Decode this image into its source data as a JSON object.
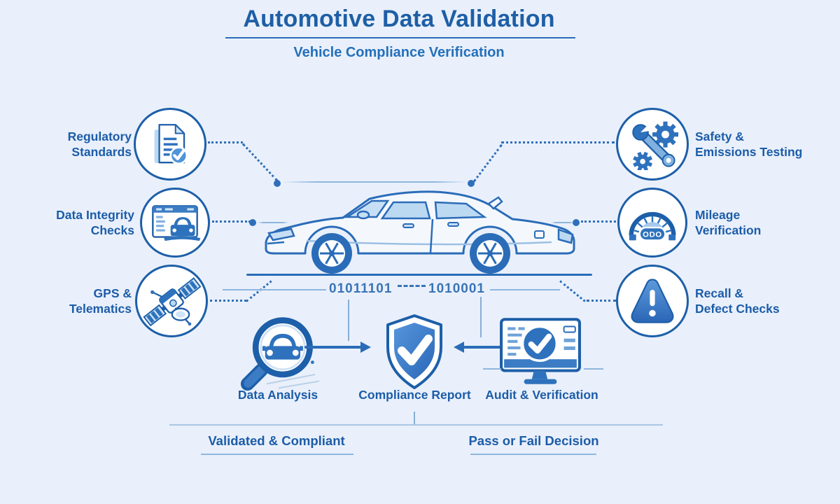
{
  "title": {
    "text": "Automotive Data Validation",
    "subtitle": "Vehicle Compliance Verification"
  },
  "sources": {
    "left": [
      {
        "line1": "Regulatory",
        "line2": "Standards",
        "icon": "document-check-icon"
      },
      {
        "line1": "Data Integrity",
        "line2": "Checks",
        "icon": "browser-car-icon"
      },
      {
        "line1": "GPS &",
        "line2": "Telematics",
        "icon": "satellite-icon"
      }
    ],
    "right": [
      {
        "line1": "Safety &",
        "line2": "Emissions Testing",
        "icon": "wrench-gear-icon"
      },
      {
        "line1": "Mileage",
        "line2": "Verification",
        "icon": "odometer-icon"
      },
      {
        "line1": "Recall &",
        "line2": "Defect Checks",
        "icon": "warning-triangle-icon"
      }
    ]
  },
  "odometer_label": "ODO",
  "data_stream": {
    "left": "01011101",
    "right": "1010001"
  },
  "process": {
    "analysis": {
      "label": "Data Analysis",
      "icon": "magnifier-car-icon"
    },
    "report": {
      "label": "Compliance Report",
      "icon": "shield-check-icon"
    },
    "audit": {
      "label": "Audit & Verification",
      "icon": "monitor-check-icon"
    }
  },
  "outcomes": {
    "left": "Validated & Compliant",
    "right": "Pass or Fail Decision"
  },
  "colors": {
    "background": "#e9f0fb",
    "primary": "#1d5fa8",
    "accent": "#2e72bd",
    "light_fill": "#c7dff5",
    "line_light": "#8fb6de"
  }
}
